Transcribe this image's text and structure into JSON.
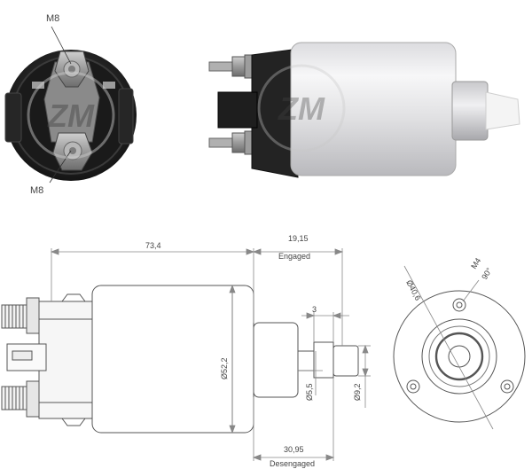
{
  "photo_labels": {
    "terminal_top": "M8",
    "terminal_bottom": "M8"
  },
  "side_view": {
    "body_length": "73,4",
    "engaged_value": "19,15",
    "engaged_caption": "Engaged",
    "small_offset": "3",
    "body_diameter": "Ø52,2",
    "plunger_diameter": "Ø5,5",
    "tip_diameter": "Ø9,2",
    "disengaged_value": "30,95",
    "disengaged_caption": "Desengaged"
  },
  "end_view": {
    "bolt_circle": "Ø40,6",
    "thread": "M4",
    "angle": "90°"
  },
  "watermark": "ZM",
  "colors": {
    "line": "#555555",
    "dim_line": "#888888",
    "body_silver": "#e8e8ea",
    "dark_cap": "#2a2a2a"
  }
}
